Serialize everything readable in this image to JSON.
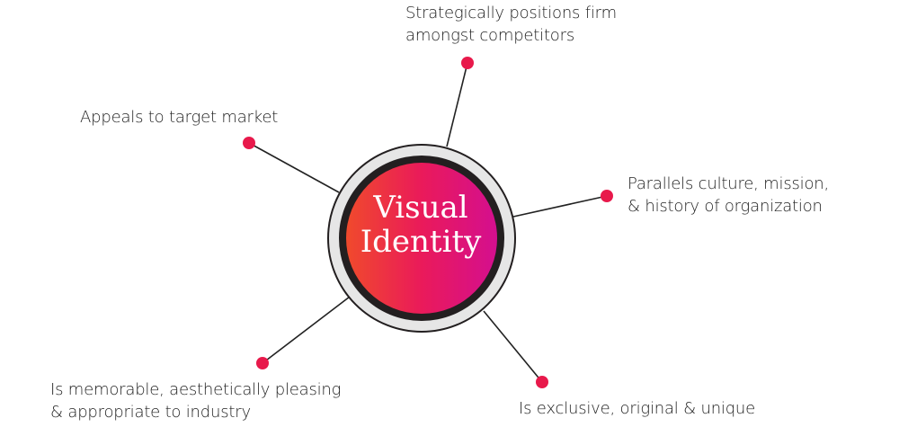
{
  "center": {
    "line1": "Visual",
    "line2": "Identity"
  },
  "points": [
    {
      "id": "competitors",
      "lines": [
        "Strategically positions firm",
        "amongst competitors"
      ]
    },
    {
      "id": "target",
      "lines": [
        "Appeals to target market"
      ]
    },
    {
      "id": "culture",
      "lines": [
        "Parallels culture, mission,",
        "& history of organization"
      ]
    },
    {
      "id": "memorable",
      "lines": [
        "Is memorable, aesthetically pleasing",
        "& appropriate to industry"
      ]
    },
    {
      "id": "exclusive",
      "lines": [
        "Is exclusive, original & unique"
      ]
    }
  ],
  "colors": {
    "dot": "#e8194b",
    "connector": "#222222",
    "gradient_start": "#f04a2c",
    "gradient_mid": "#ea1a5a",
    "gradient_end": "#d40f8f",
    "ring_dark": "#231f20",
    "ring_light": "#e6e6e6"
  }
}
